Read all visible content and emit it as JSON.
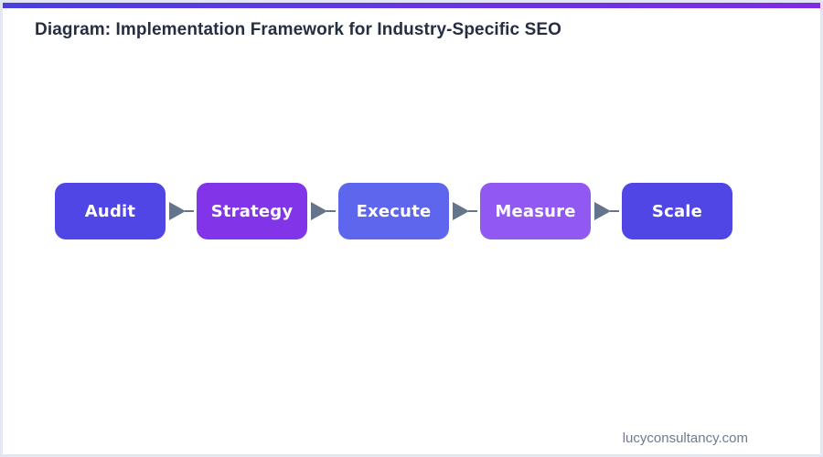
{
  "header": {
    "title": "Diagram: Implementation Framework for Industry-Specific SEO"
  },
  "flow": {
    "steps": [
      {
        "label": "Audit",
        "color": "#4f46e5"
      },
      {
        "label": "Strategy",
        "color": "#8134e8"
      },
      {
        "label": "Execute",
        "color": "#5f66ee"
      },
      {
        "label": "Measure",
        "color": "#9159f2"
      },
      {
        "label": "Scale",
        "color": "#4f46e5"
      }
    ],
    "connector": "right-arrow"
  },
  "footer": {
    "text": "lucyconsultancy.com"
  },
  "theme": {
    "accent_gradient_start": "#4a41dc",
    "accent_gradient_end": "#7f2ce2",
    "page_border": "#e4e7f3",
    "title_color": "#262e42",
    "footer_color": "#6e7b8e",
    "arrow_color": "#64748b",
    "step_text_color": "#ffffff"
  }
}
